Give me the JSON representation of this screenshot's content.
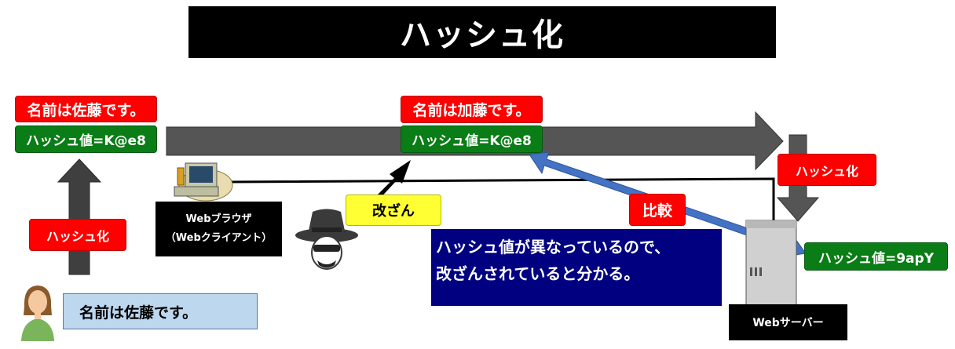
{
  "title": "ハッシュ化",
  "sender": {
    "message": "名前は佐藤です。",
    "hash_label": "ハッシュ値=K@e8",
    "hashify_label": "ハッシュ化"
  },
  "in_transit": {
    "message": "名前は加藤です。",
    "hash_label": "ハッシュ値=K@e8"
  },
  "tamper_label": "改ざん",
  "compare_label": "比較",
  "browser": {
    "line1": "Webブラウザ",
    "line2": "（Webクライアント）"
  },
  "server": {
    "hashify_label": "ハッシュ化",
    "hash_label": "ハッシュ値=9apY",
    "label": "Webサーバー"
  },
  "message_box": {
    "line1": "ハッシュ値が異なっているので、",
    "line2": "改ざんされていると分かる。"
  },
  "user_note": "名前は佐藤です。",
  "icons": {
    "computer": "computer-icon",
    "hacker": "hacker-icon",
    "server": "server-icon",
    "user": "user-icon"
  },
  "colors": {
    "title_bg": "#000000",
    "red": "#ff0000",
    "green": "#0a7d16",
    "yellow": "#ffff33",
    "message_bg": "#000080",
    "note_bg": "#bdd7ee",
    "flow_arrow": "#555555",
    "compare_arrow": "#4472c4"
  }
}
